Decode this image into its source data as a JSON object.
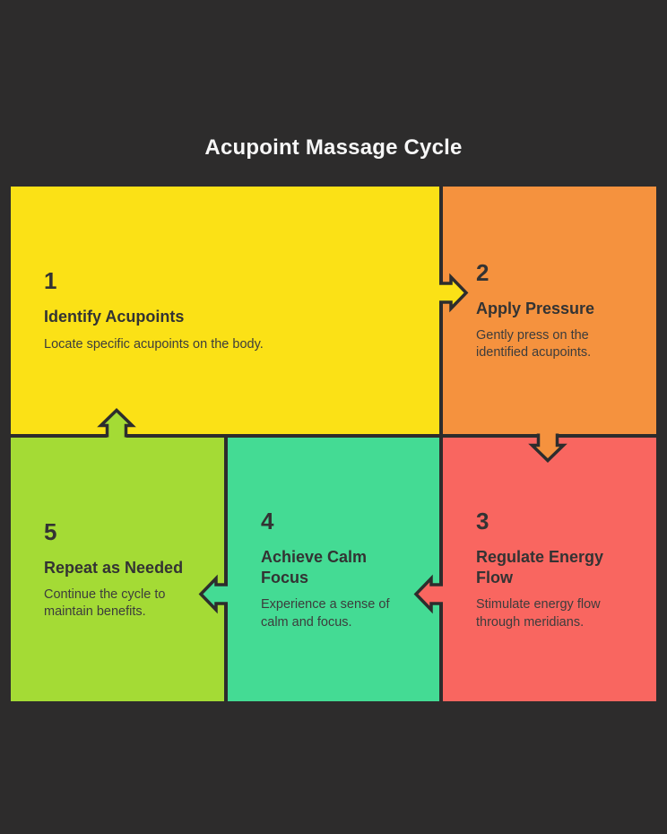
{
  "title": "Acupoint Massage Cycle",
  "colors": {
    "background": "#2d2c2c",
    "outline": "#2d2d2d",
    "title_text": "#f7f7f7",
    "step_text": "#333333"
  },
  "steps": [
    {
      "number": "1",
      "title": "Identify Acupoints",
      "description": "Locate specific acupoints on the body.",
      "color": "#fbe116"
    },
    {
      "number": "2",
      "title": "Apply Pressure",
      "description": "Gently press on the identified acupoints.",
      "color": "#f5923e"
    },
    {
      "number": "3",
      "title": "Regulate Energy Flow",
      "description": "Stimulate energy flow through meridians.",
      "color": "#f96660"
    },
    {
      "number": "4",
      "title": "Achieve Calm Focus",
      "description": "Experience a sense of calm and focus.",
      "color": "#44db94"
    },
    {
      "number": "5",
      "title": "Repeat as Needed",
      "description": "Continue the cycle to maintain benefits.",
      "color": "#a4db35"
    }
  ],
  "arrows": [
    {
      "from": "1",
      "to": "2",
      "direction": "right"
    },
    {
      "from": "2",
      "to": "3",
      "direction": "down"
    },
    {
      "from": "3",
      "to": "4",
      "direction": "left"
    },
    {
      "from": "4",
      "to": "5",
      "direction": "left"
    },
    {
      "from": "5",
      "to": "1",
      "direction": "up"
    }
  ]
}
